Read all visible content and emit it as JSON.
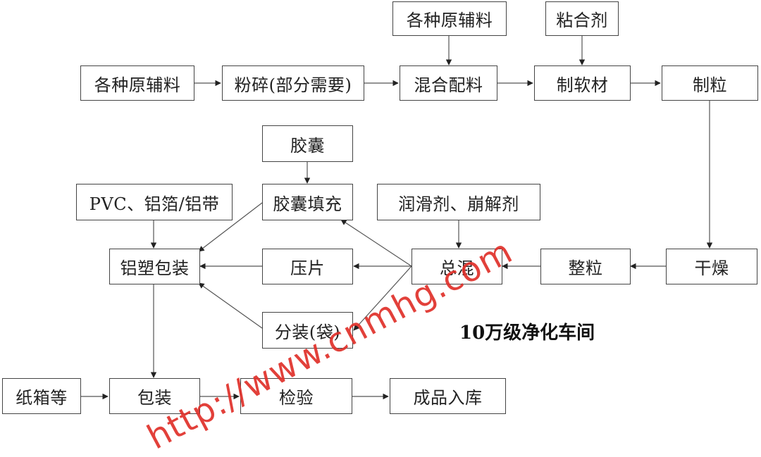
{
  "nodes": {
    "raw_materials_top": "各种原辅料",
    "binder": "粘合剂",
    "raw_materials": "各种原辅料",
    "crushing": "粉碎(部分需要)",
    "mixing": "混合配料",
    "soft_material": "制软材",
    "granulation": "制粒",
    "capsule": "胶囊",
    "capsule_filling": "胶囊填充",
    "pvc_foil": "PVC、铝箔/铝带",
    "lubricant": "润滑剂、崩解剂",
    "blister_packing": "铝塑包装",
    "tableting": "压片",
    "total_mixing": "总混",
    "sizing": "整粒",
    "drying": "干燥",
    "sachet_packing": "分装(袋)",
    "cartons": "纸箱等",
    "packing": "包装",
    "inspection": "检验",
    "warehousing": "成品入库"
  },
  "clean_room_label": "10万级净化车间",
  "watermark": "http://www.cnmhg.com",
  "colors": {
    "line": "#444444",
    "watermark": "#e0302a"
  }
}
